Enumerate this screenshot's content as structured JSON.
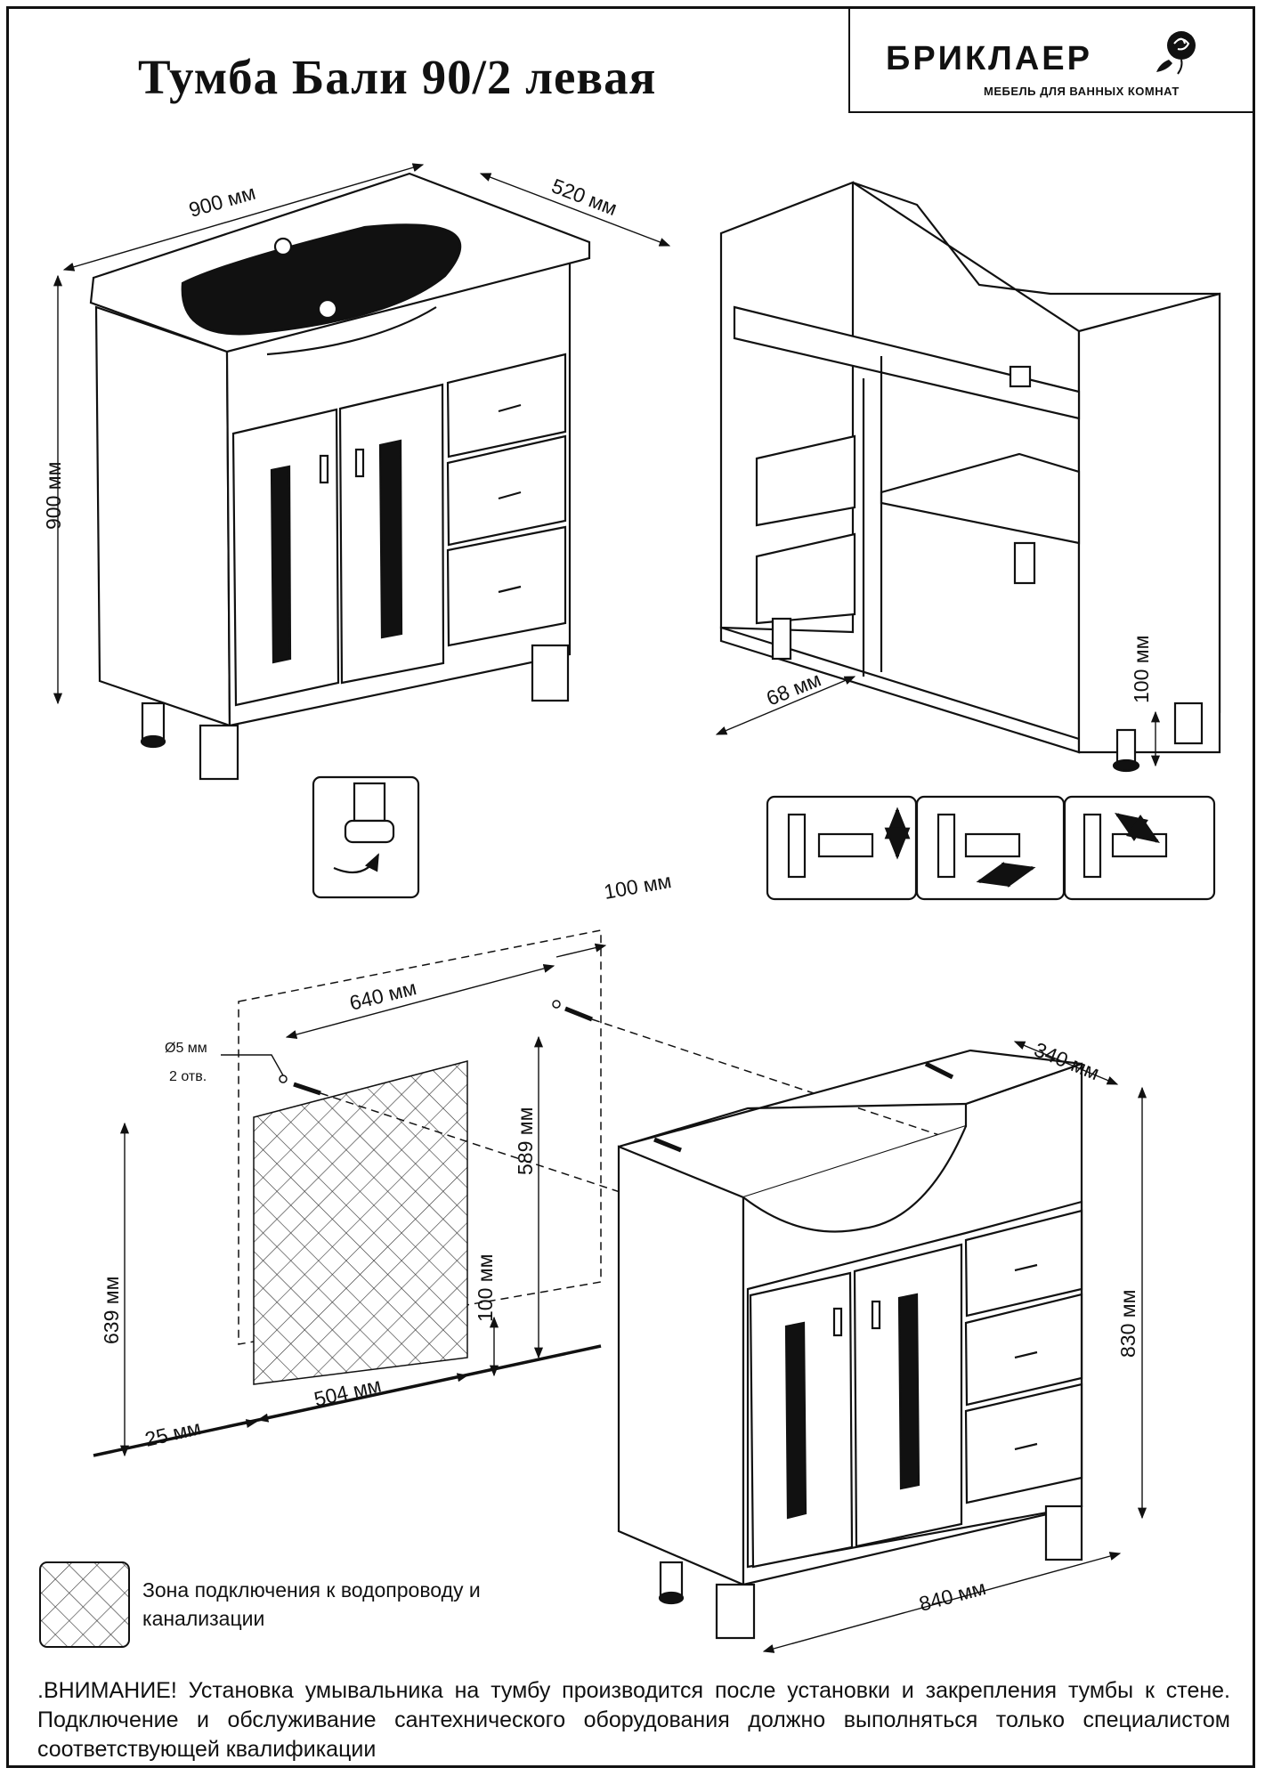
{
  "title": "Тумба Бали 90/2 левая",
  "brand": {
    "name": "БРИКЛАЕР",
    "tagline": "МЕБЕЛЬ ДЛЯ ВАННЫХ КОМНАТ",
    "icon": "rose-icon"
  },
  "dimensions": {
    "top_width": "900 мм",
    "top_depth": "520 мм",
    "total_height": "900 мм",
    "frame_offset": "68 мм",
    "leg_height": "100 мм",
    "hole_spacing": "640 мм",
    "hole_side_offset": "100 мм",
    "hole_diameter": "Ø5 мм",
    "hole_count": "2 отв.",
    "zone_height": "589 мм",
    "zone_bottom": "100 мм",
    "hole_height": "639 мм",
    "zone_width": "504 мм",
    "zone_left_offset": "25 мм",
    "body_depth": "340 мм",
    "body_height": "830 мм",
    "body_width": "840 мм"
  },
  "legend": {
    "label": "Зона подключения к водопроводу и канализации"
  },
  "notice": ".ВНИМАНИЕ! Установка умывальника на тумбу производится после установки и закрепления тумбы к стене. Подключение и обслуживание сантехнического оборудования должно выполняться только специалистом соответствующей квалификации"
}
